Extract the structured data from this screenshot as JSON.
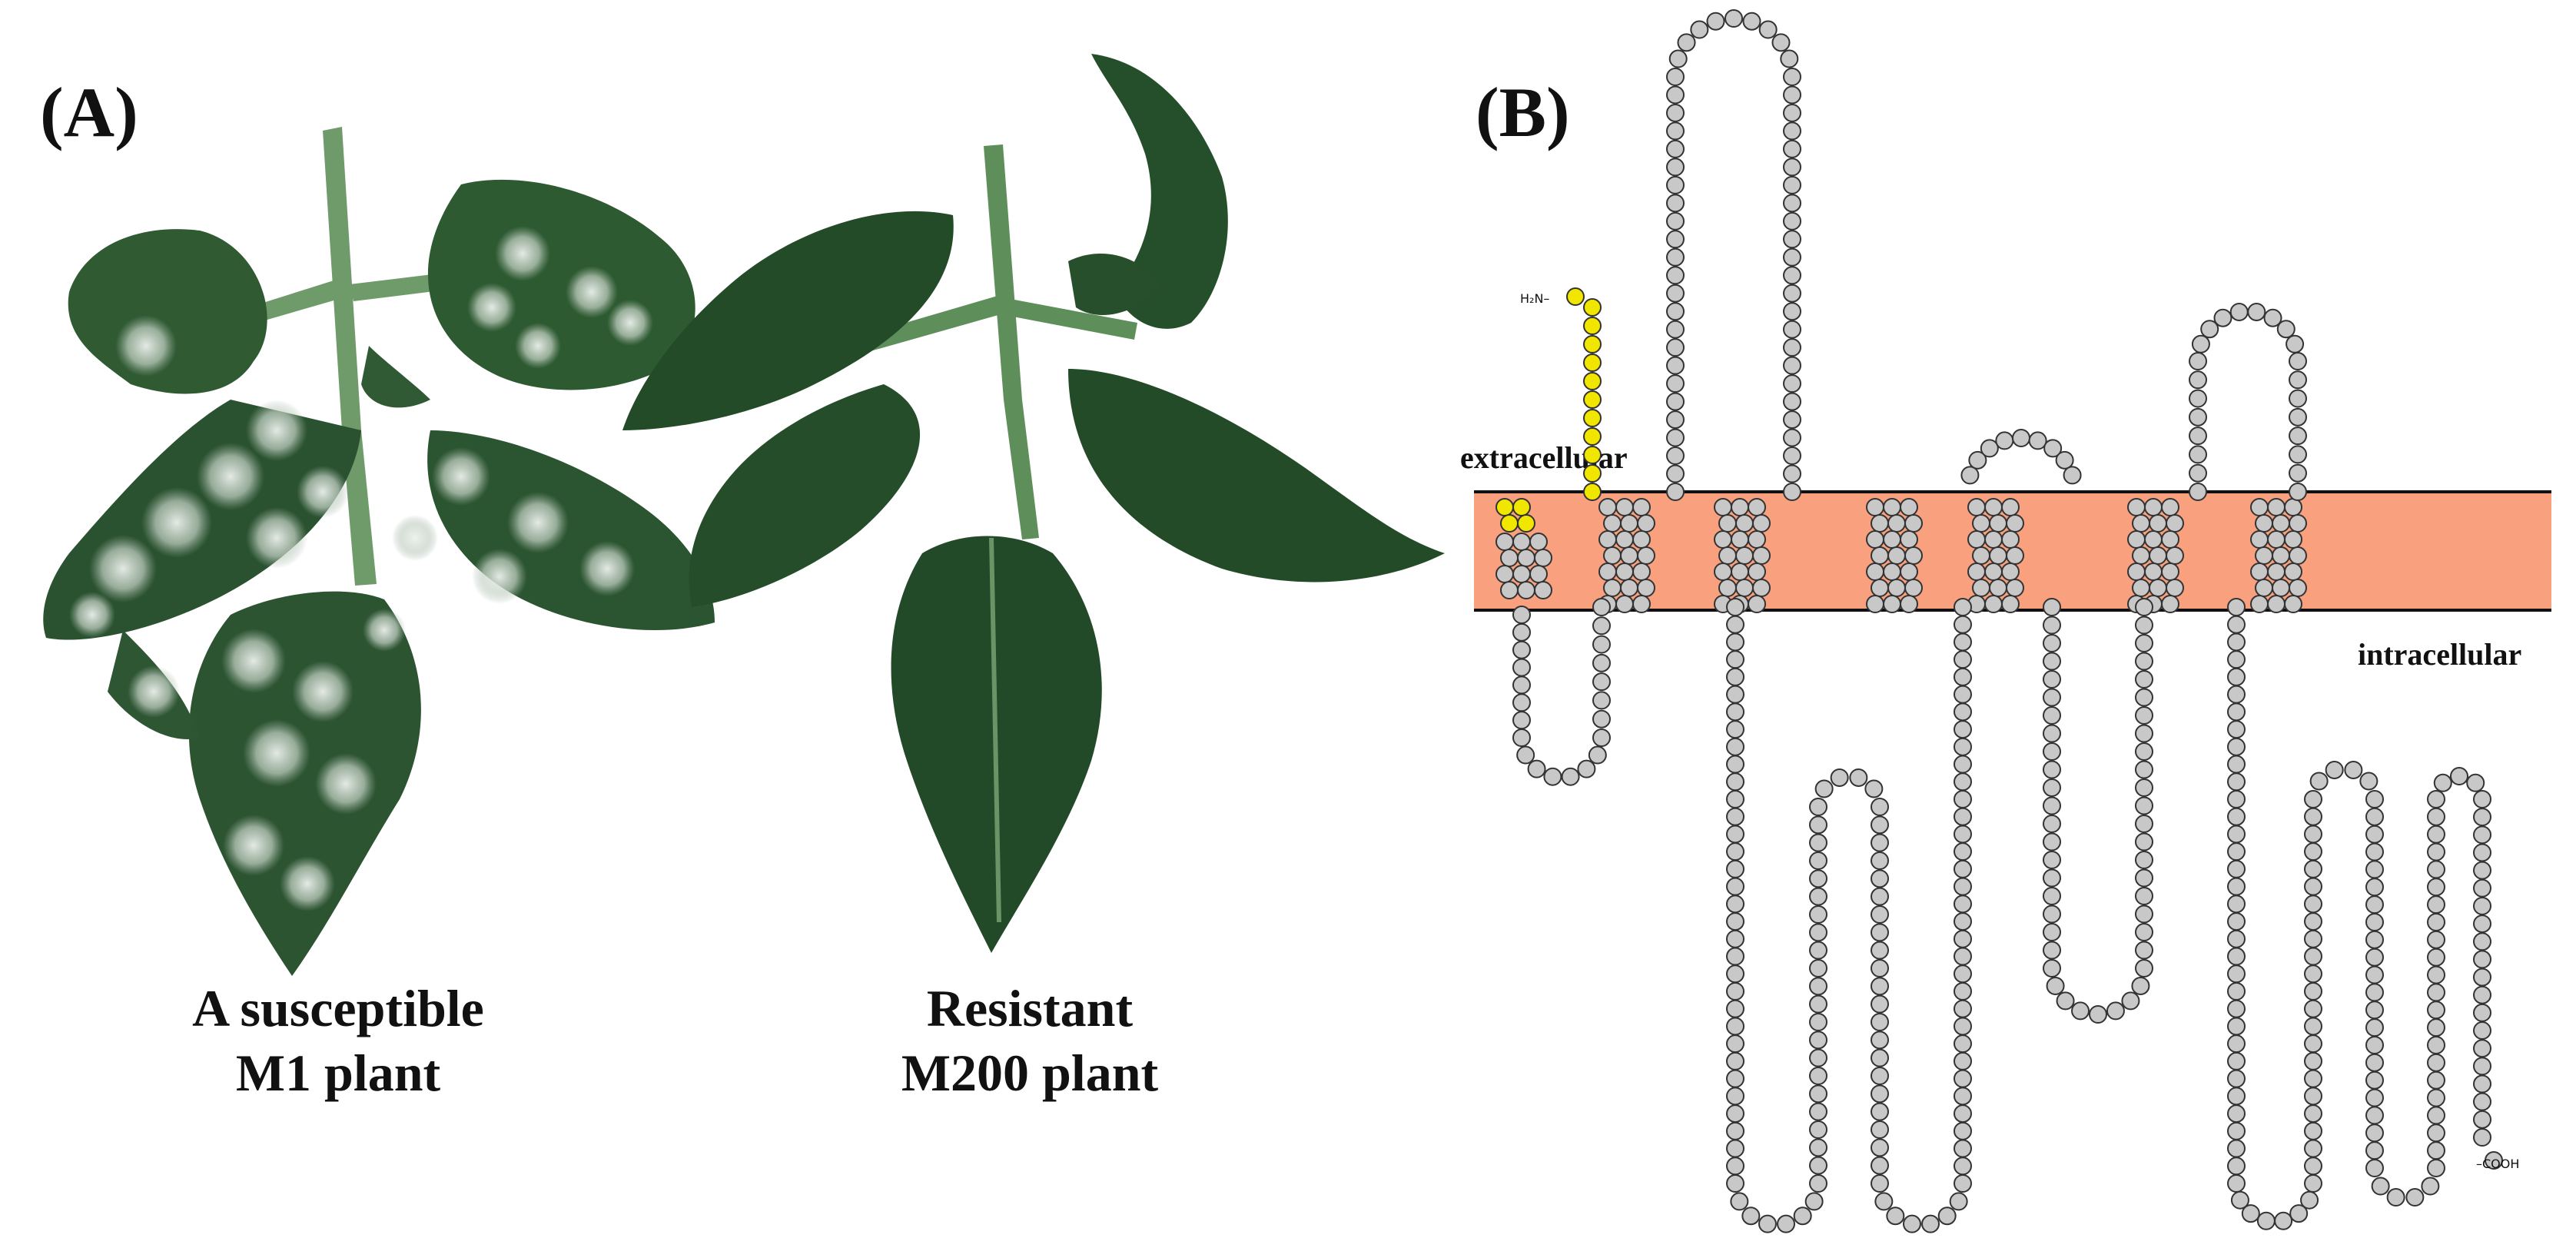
{
  "panel_a": {
    "label": "(A)",
    "left_plant": {
      "caption_line1": "A susceptible",
      "caption_line2": "M1 plant"
    },
    "right_plant": {
      "caption_line1": "Resistant",
      "caption_line2": "M200 plant"
    }
  },
  "panel_b": {
    "label": "(B)",
    "extracellular_label": "extracellular",
    "intracellular_label": "intracellular",
    "n_terminus": "H₂N–",
    "c_terminus": "–COOH",
    "colors": {
      "membrane": "#f9a07e",
      "signal_peptide": "#f0e600",
      "residue": "#c8c8c8"
    }
  }
}
